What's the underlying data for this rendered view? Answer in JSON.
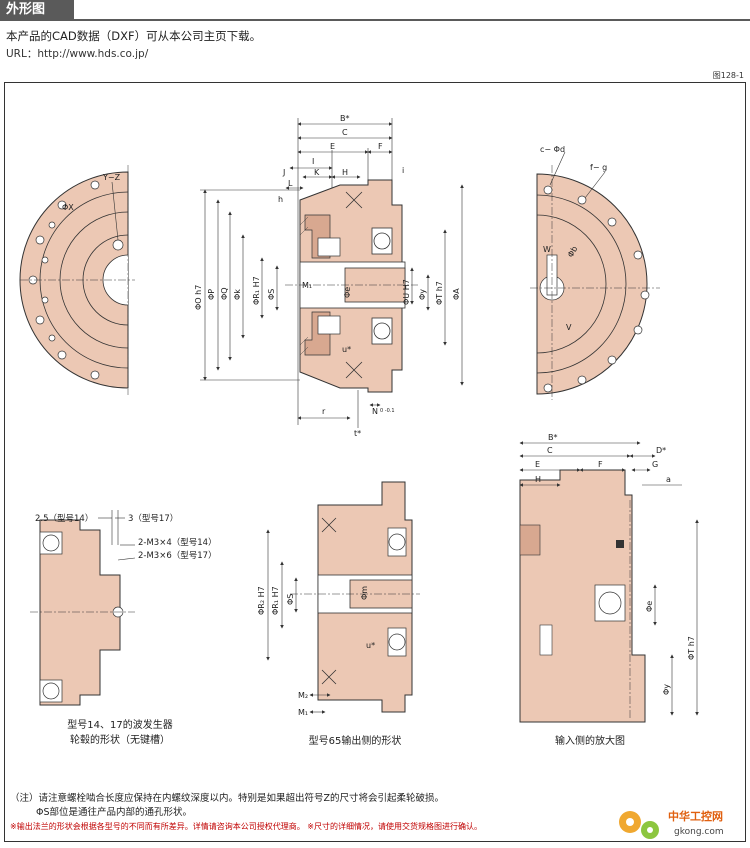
{
  "header": {
    "title": "外形图"
  },
  "intro": {
    "line1": "本产品的CAD数据（DXF）可从本公司主页下载。",
    "line2": "URL：http://www.hds.co.jp/"
  },
  "figure_ref": "图128-1",
  "labels": {
    "dim_Bstar": "B*",
    "dim_C": "C",
    "dim_E": "E",
    "dim_F": "F",
    "dim_J": "J",
    "dim_I": "I",
    "dim_K": "K",
    "dim_H": "H",
    "dim_L": "L",
    "dim_h": "h",
    "dim_i": "i",
    "dim_phiOh7": "ΦO h7",
    "dim_phiP": "ΦP",
    "dim_phiQ": "ΦQ",
    "dim_phik": "Φk",
    "dim_phiR1H7": "ΦR₁ H7",
    "dim_phiS": "ΦS",
    "dim_M1": "M₁",
    "dim_phie": "Φe",
    "dim_phiUH7": "ΦU H7",
    "dim_phiy": "Φy",
    "dim_phiTh7": "ΦT h7",
    "dim_phiA": "ΦA",
    "dim_ustar": "u*",
    "dim_r": "r",
    "dim_tstar": "t*",
    "dim_N": "N",
    "dim_N_tol": "0 -0.1",
    "dim_YZ": "Y−Z",
    "dim_phiX": "ΦX",
    "dim_cphid": "c− Φd",
    "dim_fg": "f− g",
    "dim_W": "W",
    "dim_phib": "Φb",
    "dim_V": "V",
    "detail_25": "2.5（型号14）",
    "detail_3": "3（型号17）",
    "detail_m3x4": "2-M3×4（型号14）",
    "detail_m3x6": "2-M3×6（型号17）",
    "m65_phiR2H7": "ΦR₂ H7",
    "m65_phiR1H7": "ΦR₁ H7",
    "m65_phiS": "ΦS",
    "m65_phim": "Φm",
    "m65_ustar": "u*",
    "m65_M2": "M₂",
    "m65_M1": "M₁",
    "zoom_Bstar": "B*",
    "zoom_C": "C",
    "zoom_Dstar": "D*",
    "zoom_E": "E",
    "zoom_F": "F",
    "zoom_G": "G",
    "zoom_H": "H",
    "zoom_a": "a",
    "zoom_phie": "Φe",
    "zoom_phiTh7": "ΦT h7",
    "zoom_phiy": "Φy"
  },
  "captions": {
    "detail_line1": "型号14、17的波发生器",
    "detail_line2": "轮毂的形状（无键槽）",
    "m65": "型号65输出侧的形状",
    "zoom": "输入侧的放大图"
  },
  "notes": {
    "note1": "（注）请注意螺栓啮合长度应保持在内螺纹深度以内。特别是如果超出符号Z的尺寸将会引起柔轮破损。",
    "note2": "ΦS部位是通往产品内部的通孔形状。",
    "note3": "※输出法兰的形状会根据各型号的不同而有所差异。详情请咨询本公司授权代理商。  ※尺寸的详细情况，请使用交货规格图进行确认。"
  },
  "logo": {
    "text": "中华工控网",
    "url_text": "gkong.com"
  },
  "colors": {
    "part_fill": "#ecc8b4",
    "part_dark": "#d8a890",
    "line": "#333333",
    "note_red": "#c00000",
    "header_bg": "#5a5a5a"
  }
}
